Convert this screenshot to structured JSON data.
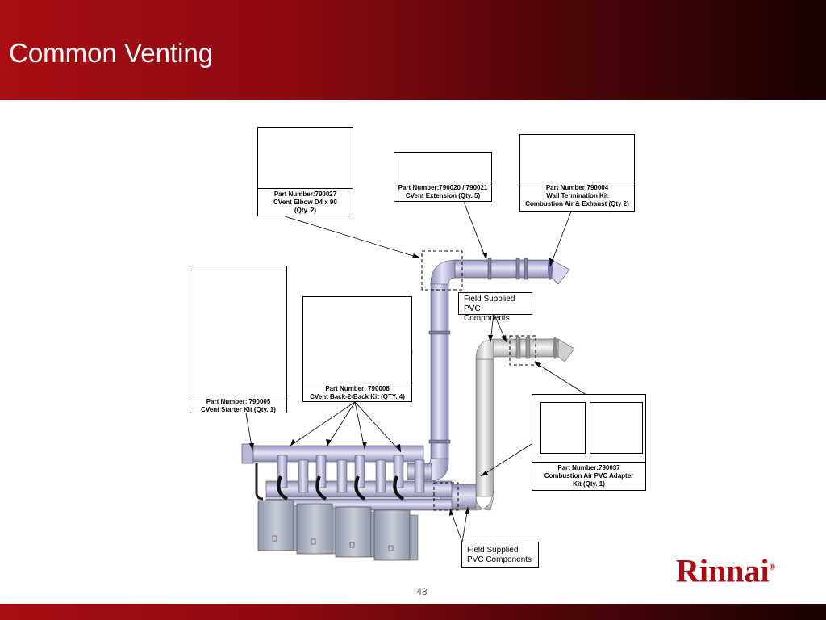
{
  "slide": {
    "title": "Common Venting",
    "page_number": "48",
    "logo_text": "Rinnai",
    "logo_mark": "®"
  },
  "callouts": {
    "elbow": {
      "part": "Part Number:790027",
      "name": "CVent Elbow D4 x 90",
      "qty": "(Qty. 2)"
    },
    "extension": {
      "part": "Part Number:790020 / 790021",
      "name": "CVent Extension (Qty. 5)"
    },
    "termination": {
      "part": "Part Number:790004",
      "name": "Wall Termination Kit",
      "qty": "Combustion Air & Exhaust (Qty 2)"
    },
    "starter": {
      "part": "Part Number: 790005",
      "name": "CVent Starter Kit  (Qty. 1)"
    },
    "back2back": {
      "part": "Part Number: 790008",
      "name": "CVent Back-2-Back Kit  (QTY. 4)"
    },
    "adapter": {
      "part": "Part Number:790037",
      "name": "Combustion Air PVC Adapter",
      "qty": "Kit (Qty. 1)"
    }
  },
  "field_labels": {
    "upper_line1": "Field Supplied",
    "upper_line2": "PVC Components",
    "lower_line1": "Field Supplied",
    "lower_line2": "PVC Components"
  },
  "colors": {
    "brand_red": "#a80d13",
    "pipe_lavender": "#c9c9e8",
    "pipe_gray": "#e2e2e2",
    "heater_gray": "#b8bcc8"
  }
}
